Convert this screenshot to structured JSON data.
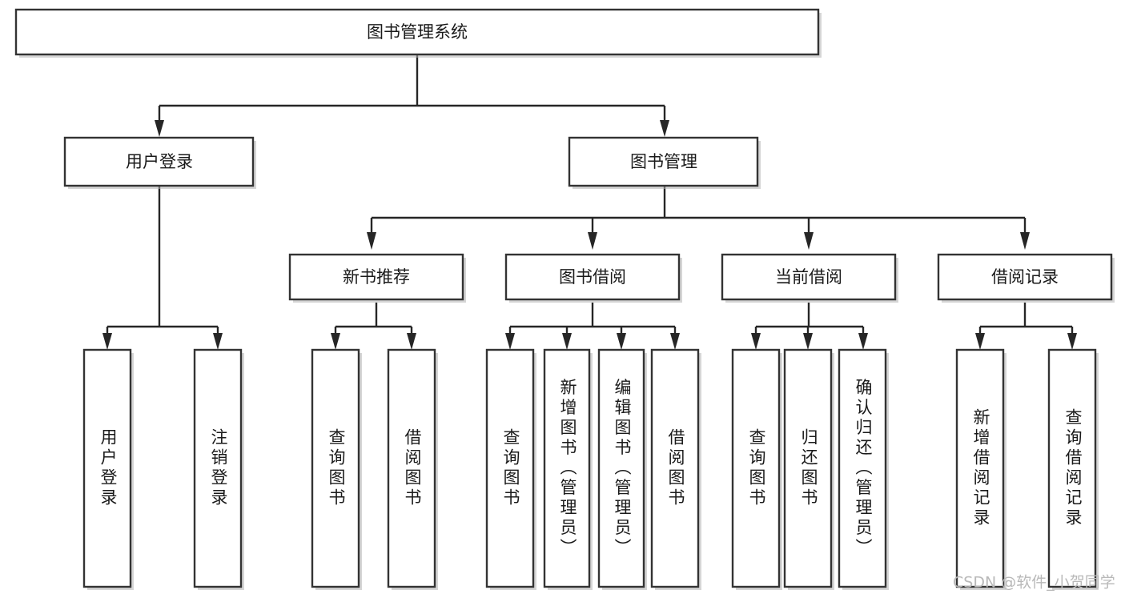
{
  "diagram": {
    "title": "图书管理系统",
    "type": "hierarchy-tree",
    "watermark": "CSDN @软件_小贺同学",
    "colors": {
      "box_fill": "#ffffff",
      "box_stroke": "#333333",
      "edge": "#262626",
      "text": "#1a1a1a",
      "watermark": "#b9b9b9",
      "background": "#ffffff"
    },
    "levels": {
      "level1": [
        {
          "id": "root",
          "label": "图书管理系统"
        }
      ],
      "level2": [
        {
          "id": "user-login",
          "label": "用户登录",
          "parent": "root"
        },
        {
          "id": "book-management",
          "label": "图书管理",
          "parent": "root"
        }
      ],
      "level3": [
        {
          "id": "new-book-recommend",
          "label": "新书推荐",
          "parent": "book-management"
        },
        {
          "id": "book-borrow",
          "label": "图书借阅",
          "parent": "book-management"
        },
        {
          "id": "current-borrow",
          "label": "当前借阅",
          "parent": "book-management"
        },
        {
          "id": "borrow-record",
          "label": "借阅记录",
          "parent": "book-management"
        }
      ],
      "level4": [
        {
          "id": "leaf-user-login",
          "label": "用户登录",
          "parent": "user-login"
        },
        {
          "id": "leaf-logout-login",
          "label": "注销登录",
          "parent": "user-login"
        },
        {
          "id": "leaf-query-book-1",
          "label": "查询图书",
          "parent": "new-book-recommend"
        },
        {
          "id": "leaf-borrow-book-1",
          "label": "借阅图书",
          "parent": "new-book-recommend"
        },
        {
          "id": "leaf-query-book-2",
          "label": "查询图书",
          "parent": "book-borrow"
        },
        {
          "id": "leaf-add-book",
          "label": "新增图书（管理员）",
          "parent": "book-borrow"
        },
        {
          "id": "leaf-edit-book",
          "label": "编辑图书（管理员）",
          "parent": "book-borrow"
        },
        {
          "id": "leaf-borrow-book-2",
          "label": "借阅图书",
          "parent": "book-borrow"
        },
        {
          "id": "leaf-query-book-3",
          "label": "查询图书",
          "parent": "current-borrow"
        },
        {
          "id": "leaf-return-book",
          "label": "归还图书",
          "parent": "current-borrow"
        },
        {
          "id": "leaf-confirm-return",
          "label": "确认归还（管理员）",
          "parent": "current-borrow"
        },
        {
          "id": "leaf-add-record",
          "label": "新增借阅记录",
          "parent": "borrow-record"
        },
        {
          "id": "leaf-query-record",
          "label": "查询借阅记录",
          "parent": "borrow-record"
        }
      ]
    }
  }
}
